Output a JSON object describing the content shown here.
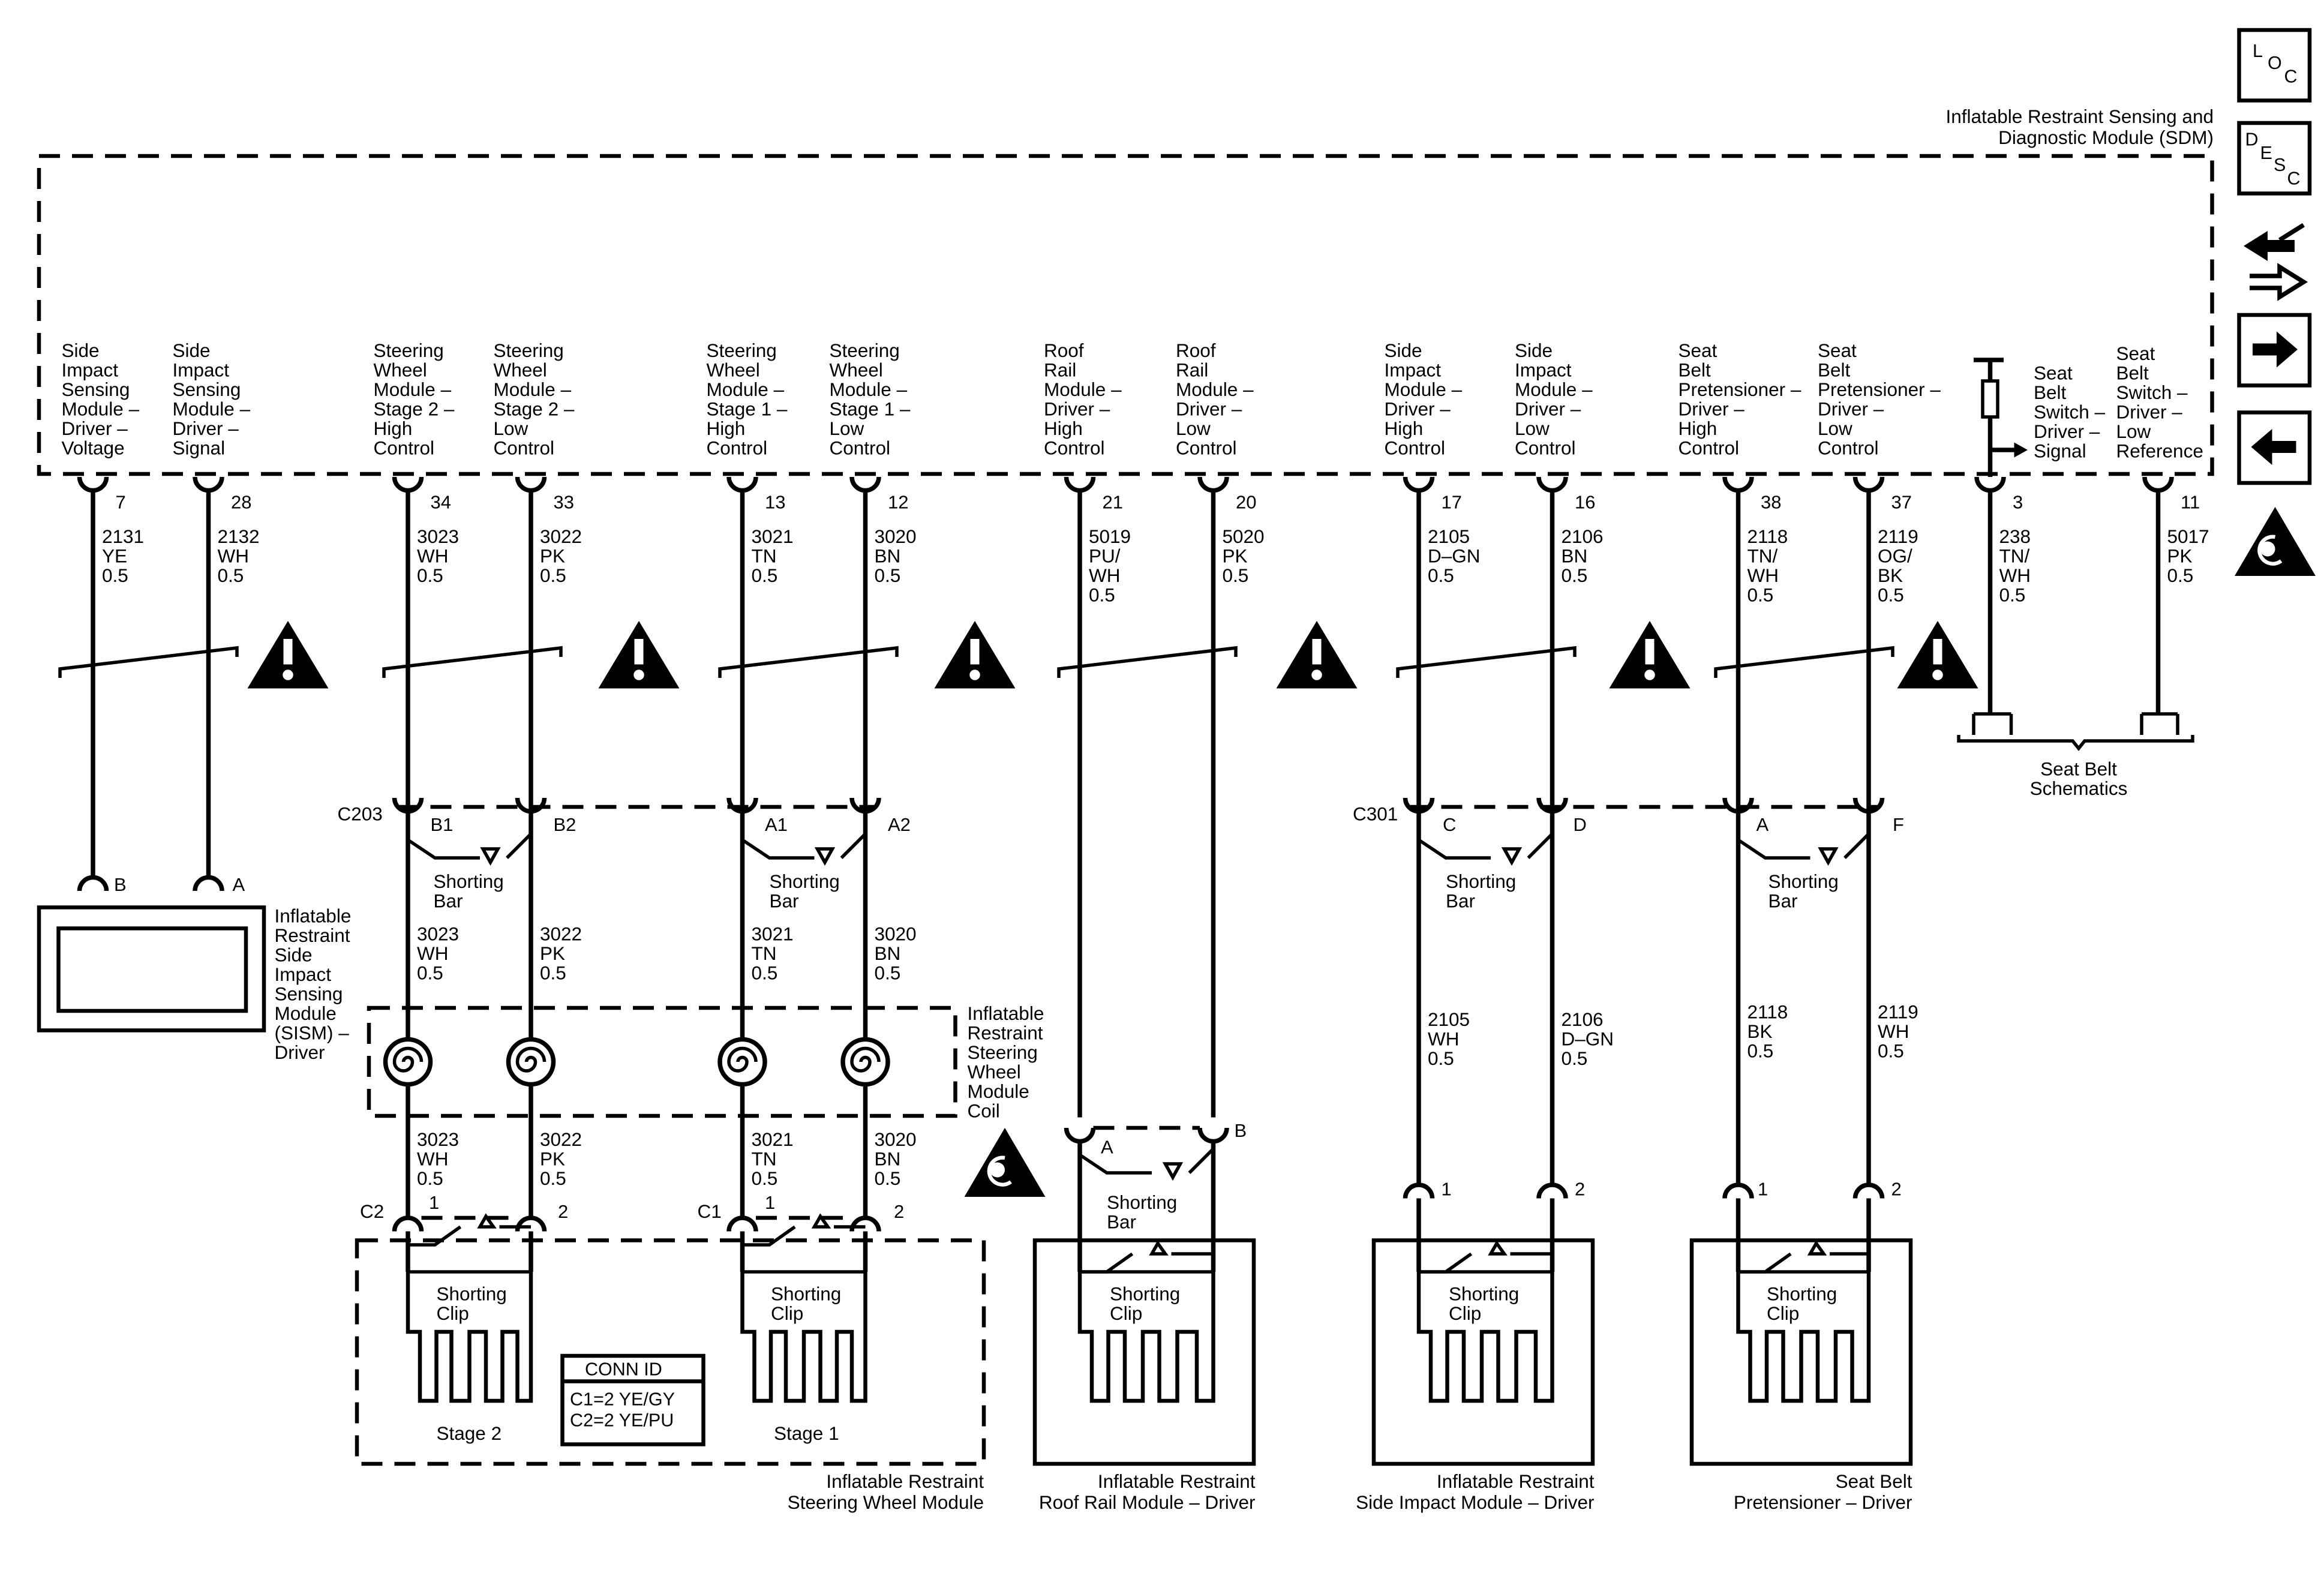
{
  "sdm": {
    "title_line1": "Inflatable Restraint Sensing and",
    "title_line2": "Diagnostic Module (SDM)"
  },
  "icons": {
    "loc": [
      "L",
      "O",
      "C"
    ],
    "desc": [
      "D",
      "E",
      "S",
      "C"
    ]
  },
  "circuits": [
    {
      "label": [
        "Side",
        "Impact",
        "Sensing",
        "Module –",
        "Driver –",
        "Voltage"
      ],
      "pin": "7",
      "wire": [
        "2131",
        "YE",
        "0.5"
      ]
    },
    {
      "label": [
        "Side",
        "Impact",
        "Sensing",
        "Module –",
        "Driver –",
        "Signal"
      ],
      "pin": "28",
      "wire": [
        "2132",
        "WH",
        "0.5"
      ]
    },
    {
      "label": [
        "Steering",
        "Wheel",
        "Module –",
        "Stage 2 –",
        "High",
        "Control"
      ],
      "pin": "34",
      "wire": [
        "3023",
        "WH",
        "0.5"
      ],
      "conn": "B1",
      "wire2": [
        "3023",
        "WH",
        "0.5"
      ],
      "wire3": [
        "3023",
        "WH",
        "0.5"
      ],
      "pin2": "1"
    },
    {
      "label": [
        "Steering",
        "Wheel",
        "Module –",
        "Stage 2 –",
        "Low",
        "Control"
      ],
      "pin": "33",
      "wire": [
        "3022",
        "PK",
        "0.5"
      ],
      "conn": "B2",
      "wire2": [
        "3022",
        "PK",
        "0.5"
      ],
      "wire3": [
        "3022",
        "PK",
        "0.5"
      ],
      "pin2": "2"
    },
    {
      "label": [
        "Steering",
        "Wheel",
        "Module –",
        "Stage 1 –",
        "High",
        "Control"
      ],
      "pin": "13",
      "wire": [
        "3021",
        "TN",
        "0.5"
      ],
      "conn": "A1",
      "wire2": [
        "3021",
        "TN",
        "0.5"
      ],
      "wire3": [
        "3021",
        "TN",
        "0.5"
      ],
      "pin2": "1"
    },
    {
      "label": [
        "Steering",
        "Wheel",
        "Module –",
        "Stage 1 –",
        "Low",
        "Control"
      ],
      "pin": "12",
      "wire": [
        "3020",
        "BN",
        "0.5"
      ],
      "conn": "A2",
      "wire2": [
        "3020",
        "BN",
        "0.5"
      ],
      "wire3": [
        "3020",
        "BN",
        "0.5"
      ],
      "pin2": "2"
    },
    {
      "label": [
        "Roof",
        "Rail",
        "Module –",
        "Driver –",
        "High",
        "Control"
      ],
      "pin": "21",
      "wire": [
        "5019",
        "PU/",
        "WH",
        "0.5"
      ],
      "conn": "A"
    },
    {
      "label": [
        "Roof",
        "Rail",
        "Module –",
        "Driver –",
        "Low",
        "Control"
      ],
      "pin": "20",
      "wire": [
        "5020",
        "PK",
        "0.5"
      ],
      "conn": "B"
    },
    {
      "label": [
        "Side",
        "Impact",
        "Module –",
        "Driver –",
        "High",
        "Control"
      ],
      "pin": "17",
      "wire": [
        "2105",
        "D–GN",
        "0.5"
      ],
      "conn": "C",
      "wire2": [
        "2105",
        "WH",
        "0.5"
      ],
      "pin2": "1"
    },
    {
      "label": [
        "Side",
        "Impact",
        "Module –",
        "Driver –",
        "Low",
        "Control"
      ],
      "pin": "16",
      "wire": [
        "2106",
        "BN",
        "0.5"
      ],
      "conn": "D",
      "wire2": [
        "2106",
        "D–GN",
        "0.5"
      ],
      "pin2": "2"
    },
    {
      "label": [
        "Seat",
        "Belt",
        "Pretensioner –",
        "Driver –",
        "High",
        "Control"
      ],
      "pin": "38",
      "wire": [
        "2118",
        "TN/",
        "WH",
        "0.5"
      ],
      "conn": "A",
      "wire2": [
        "2118",
        "BK",
        "0.5"
      ],
      "pin2": "1"
    },
    {
      "label": [
        "Seat",
        "Belt",
        "Pretensioner –",
        "Driver –",
        "Low",
        "Control"
      ],
      "pin": "37",
      "wire": [
        "2119",
        "OG/",
        "BK",
        "0.5"
      ],
      "conn": "F",
      "wire2": [
        "2119",
        "WH",
        "0.5"
      ],
      "pin2": "2"
    },
    {
      "label": [
        "Seat",
        "Belt",
        "Switch –",
        "Driver –",
        "Signal"
      ],
      "pin": "3",
      "wire": [
        "238",
        "TN/",
        "WH",
        "0.5"
      ]
    },
    {
      "label": [
        "Seat",
        "Belt",
        "Switch –",
        "Driver –",
        "Low",
        "Reference"
      ],
      "pin": "11",
      "wire": [
        "5017",
        "PK",
        "0.5"
      ]
    }
  ],
  "sism": {
    "pins": [
      "B",
      "A"
    ],
    "label": [
      "Inflatable",
      "Restraint",
      "Side",
      "Impact",
      "Sensing",
      "Module",
      "(SISM) –",
      "Driver"
    ]
  },
  "connectors": {
    "c203": "C203",
    "c301": "C301",
    "c1": "C1",
    "c2": "C2"
  },
  "shorting_bar": [
    "Shorting",
    "Bar"
  ],
  "shorting_clip": [
    "Shorting",
    "Clip"
  ],
  "coil": {
    "label": [
      "Inflatable",
      "Restraint",
      "Steering",
      "Wheel",
      "Module",
      "Coil"
    ]
  },
  "steering_module": {
    "stage2": "Stage 2",
    "stage1": "Stage 1",
    "conn_id_title": "CONN ID",
    "conn_id_lines": [
      "C1=2 YE/GY",
      "C2=2 YE/PU"
    ],
    "label": [
      "Inflatable Restraint",
      "Steering Wheel Module"
    ]
  },
  "roof_module": {
    "label": [
      "Inflatable Restraint",
      "Roof Rail Module – Driver"
    ]
  },
  "side_module": {
    "label": [
      "Inflatable Restraint",
      "Side Impact Module – Driver"
    ]
  },
  "pretensioner": {
    "label": [
      "Seat Belt",
      "Pretensioner – Driver"
    ]
  },
  "seat_belt_ref": [
    "Seat Belt",
    "Schematics"
  ]
}
